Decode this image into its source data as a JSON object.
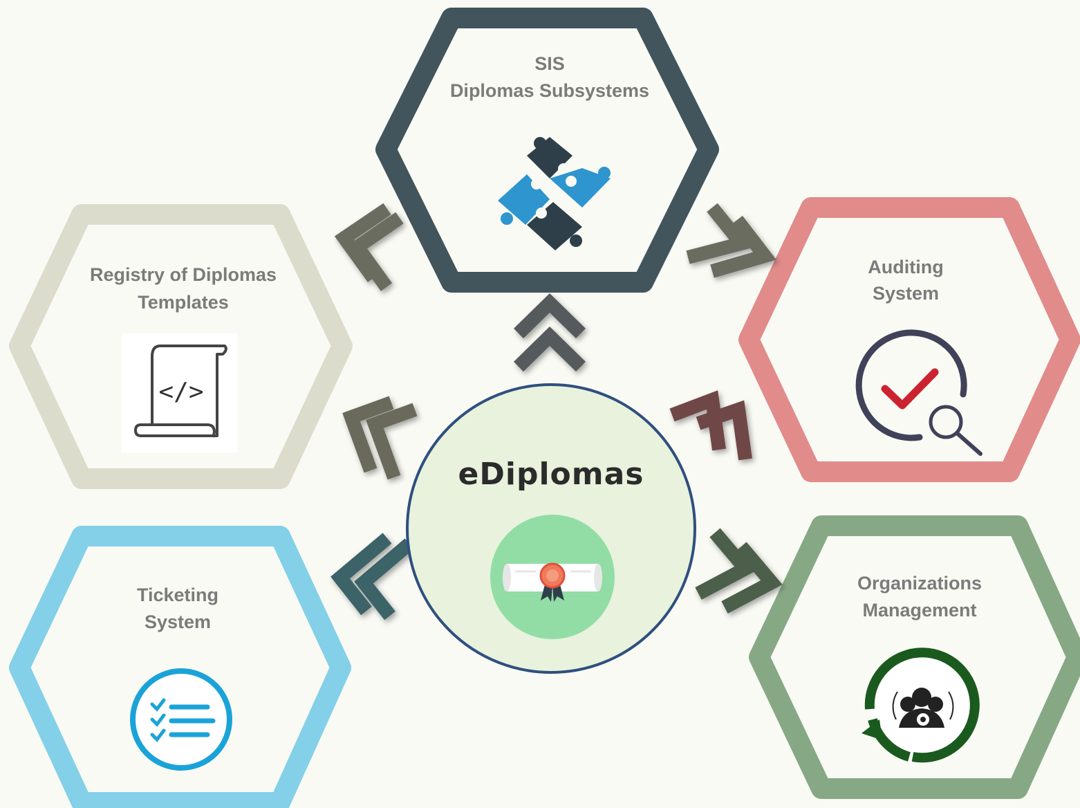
{
  "center": {
    "title": "eDiplomas",
    "icon": "diploma-scroll-icon"
  },
  "nodes": {
    "sis": {
      "line1": "SIS",
      "line2": "Diplomas Subsystems",
      "icon": "puzzle-icon",
      "color": "#42545c"
    },
    "registry": {
      "line1": "Registry of Diplomas",
      "line2": "Templates",
      "icon": "code-scroll-icon",
      "color": "#dcdccd"
    },
    "auditing": {
      "line1": "Auditing",
      "line2": "System",
      "icon": "audit-check-icon",
      "color": "#e18b8b"
    },
    "ticketing": {
      "line1": "Ticketing",
      "line2": "System",
      "icon": "checklist-icon",
      "color": "#83d0e8"
    },
    "organizations": {
      "line1": "Organizations",
      "line2": "Management",
      "icon": "org-cycle-icon",
      "color": "#87a885"
    }
  },
  "colors": {
    "background": "#f9faf4",
    "label_text": "#7b7b7b",
    "center_fill": "#e8f2dc",
    "center_border": "#2f4f7f",
    "center_text": "#2b2b2b"
  }
}
